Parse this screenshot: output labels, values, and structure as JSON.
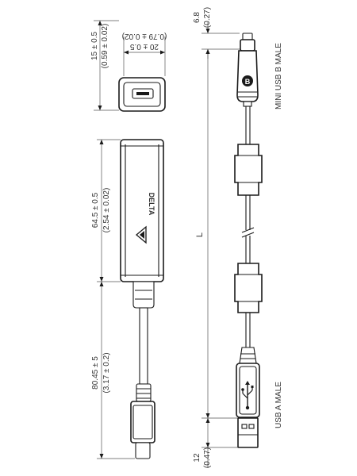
{
  "dimensions": {
    "top_height_mm": "15 ± 0.5",
    "top_height_in": "(0.59 ± 0.02)",
    "top_width_mm": "20 ± 0.5",
    "top_width_in": "(0.79 ± 0.02)",
    "body_length_mm": "64.5 ± 0.5",
    "body_length_in": "(2.54 ± 0.02)",
    "cable_length_mm": "80.45 ± 5",
    "cable_length_in": "(3.17 ± 0.2)",
    "mini_plug_mm": "6.8",
    "mini_plug_in": "(0.27)",
    "usb_a_plug_mm": "12",
    "usb_a_plug_in": "(0.47)",
    "overall_length": "L"
  },
  "labels": {
    "mini_usb": "MINI USB B MALE",
    "usb_a": "USB A MALE",
    "brand": "DELTA",
    "mini_badge": "B"
  },
  "colors": {
    "line": "#1a1a1a",
    "dimension": "#555555"
  }
}
